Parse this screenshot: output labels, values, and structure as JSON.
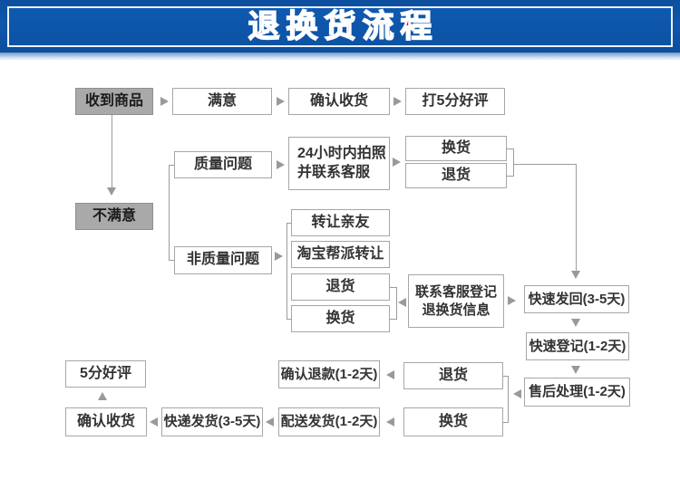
{
  "header": {
    "title": "退换货流程"
  },
  "colors": {
    "banner_blue": "#0e57ab",
    "banner_border_white": "#edf3fb",
    "title_red": "#e60012",
    "box_border_gray": "#a6a6a6",
    "gray_box_fill": "#a9a9a9",
    "connector_gray": "#9c9c9c",
    "box_text": "#333333"
  },
  "flow": {
    "received": "收到商品",
    "satisfied": "满意",
    "confirm_receipt_top": "确认收货",
    "five_star_top": "打5分好评",
    "unsatisfied": "不满意",
    "quality_issue": "质量问题",
    "photo_24h_line1": "24小时内拍照",
    "photo_24h_line2": "并联系客服",
    "exchange_quality": "换货",
    "return_quality": "退货",
    "non_quality_issue": "非质量问题",
    "transfer_friends": "转让亲友",
    "taobao_group_transfer": "淘宝帮派转让",
    "return_non_quality": "退货",
    "exchange_non_quality": "换货",
    "contact_cs_line1": "联系客服登记",
    "contact_cs_line2": "退换货信息",
    "fast_sendback": "快速发回(3-5天)",
    "fast_register": "快速登记(1-2天)",
    "aftersales_processing": "售后处理(1-2天)",
    "confirm_refund": "确认退款(1-2天)",
    "return_bottom": "退货",
    "exchange_bottom": "换货",
    "five_star_bottom": "5分好评",
    "confirm_receipt_bottom": "确认收货",
    "express_delivery": "快递发货(3-5天)",
    "dispatch_delivery": "配送发货(1-2天)"
  }
}
